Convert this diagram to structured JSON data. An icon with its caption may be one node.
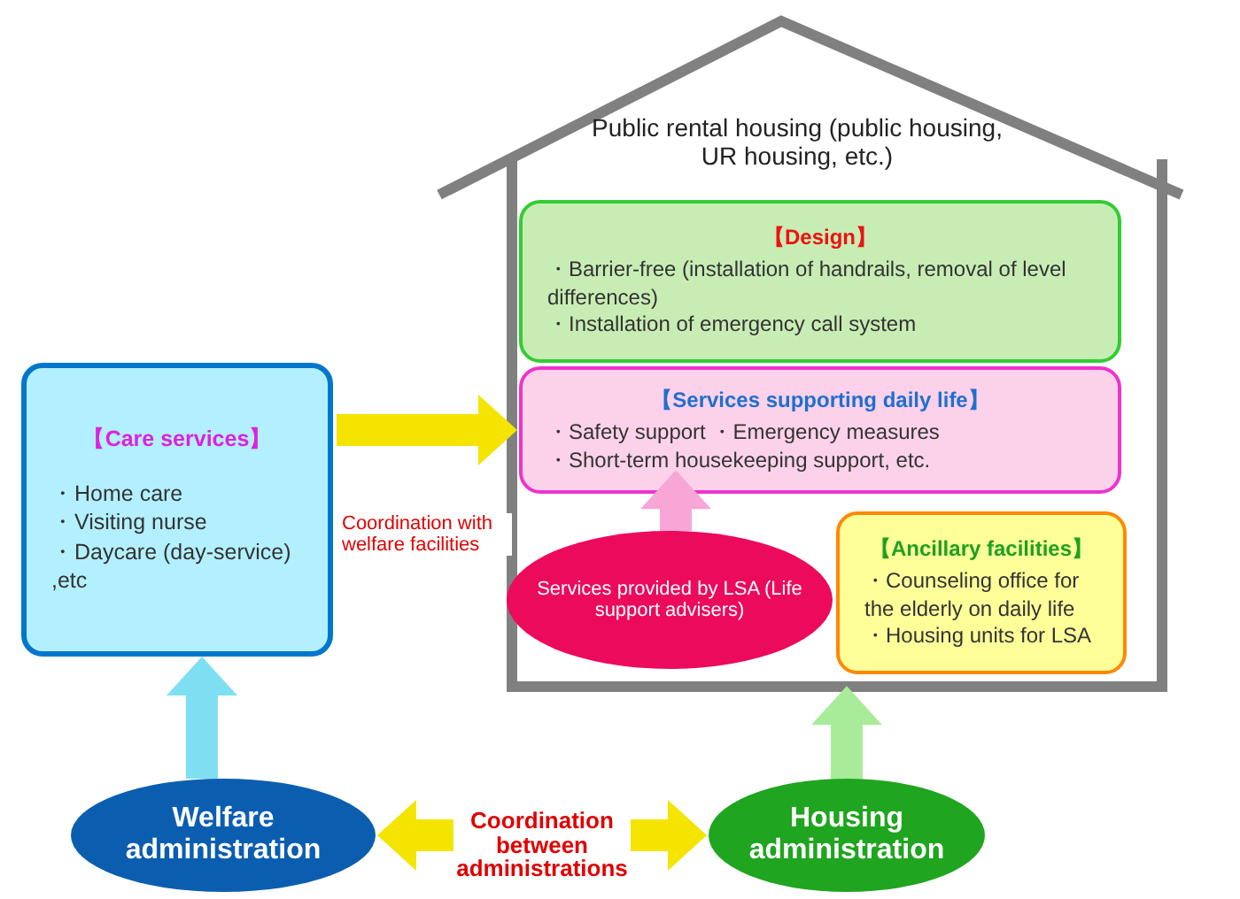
{
  "diagram": {
    "nodes": [
      {
        "text": [
          "Public rental housing (public housing, UR housing, etc.)"
        ]
      },
      {
        "text": [
          "【Design】",
          "・Barrier-free (installation of handrails, removal of level differences)",
          "・Installation of emergency call system"
        ],
        "in": 0
      },
      {
        "text": [
          "【Services supporting daily life】",
          "・Safety support ・Emergency measures",
          "・Short-term housekeeping support, etc."
        ],
        "in": 0
      },
      {
        "text": [
          "Services provided by LSA (Life support advisers)"
        ],
        "in": 0
      },
      {
        "text": [
          "【Ancillary facilities】",
          "・Counseling office for the elderly on daily life",
          "・Housing units for LSA"
        ],
        "in": 0
      },
      {
        "text": [
          "【Care services】",
          "・Home care",
          "・Visiting nurse",
          "・Daycare (day-service) ,etc"
        ]
      },
      {
        "text": [
          "Welfare administration"
        ]
      },
      {
        "text": [
          "Housing administration"
        ]
      }
    ],
    "edges": [
      {
        "from": 5,
        "to": 2,
        "arrow": "to",
        "label": "Coordination with welfare facilities",
        "color": "#f5e400"
      },
      {
        "from": 3,
        "to": 2,
        "arrow": "to",
        "color": "#f7a6d6"
      },
      {
        "from": 6,
        "to": 5,
        "arrow": "to",
        "color": "#7fdff2"
      },
      {
        "from": 7,
        "to": 0,
        "arrow": "to",
        "color": "#a8ec9a"
      },
      {
        "from": 6,
        "to": 7,
        "arrow": "both",
        "label": "Coordination between administrations",
        "color": "#f5e400"
      }
    ]
  }
}
